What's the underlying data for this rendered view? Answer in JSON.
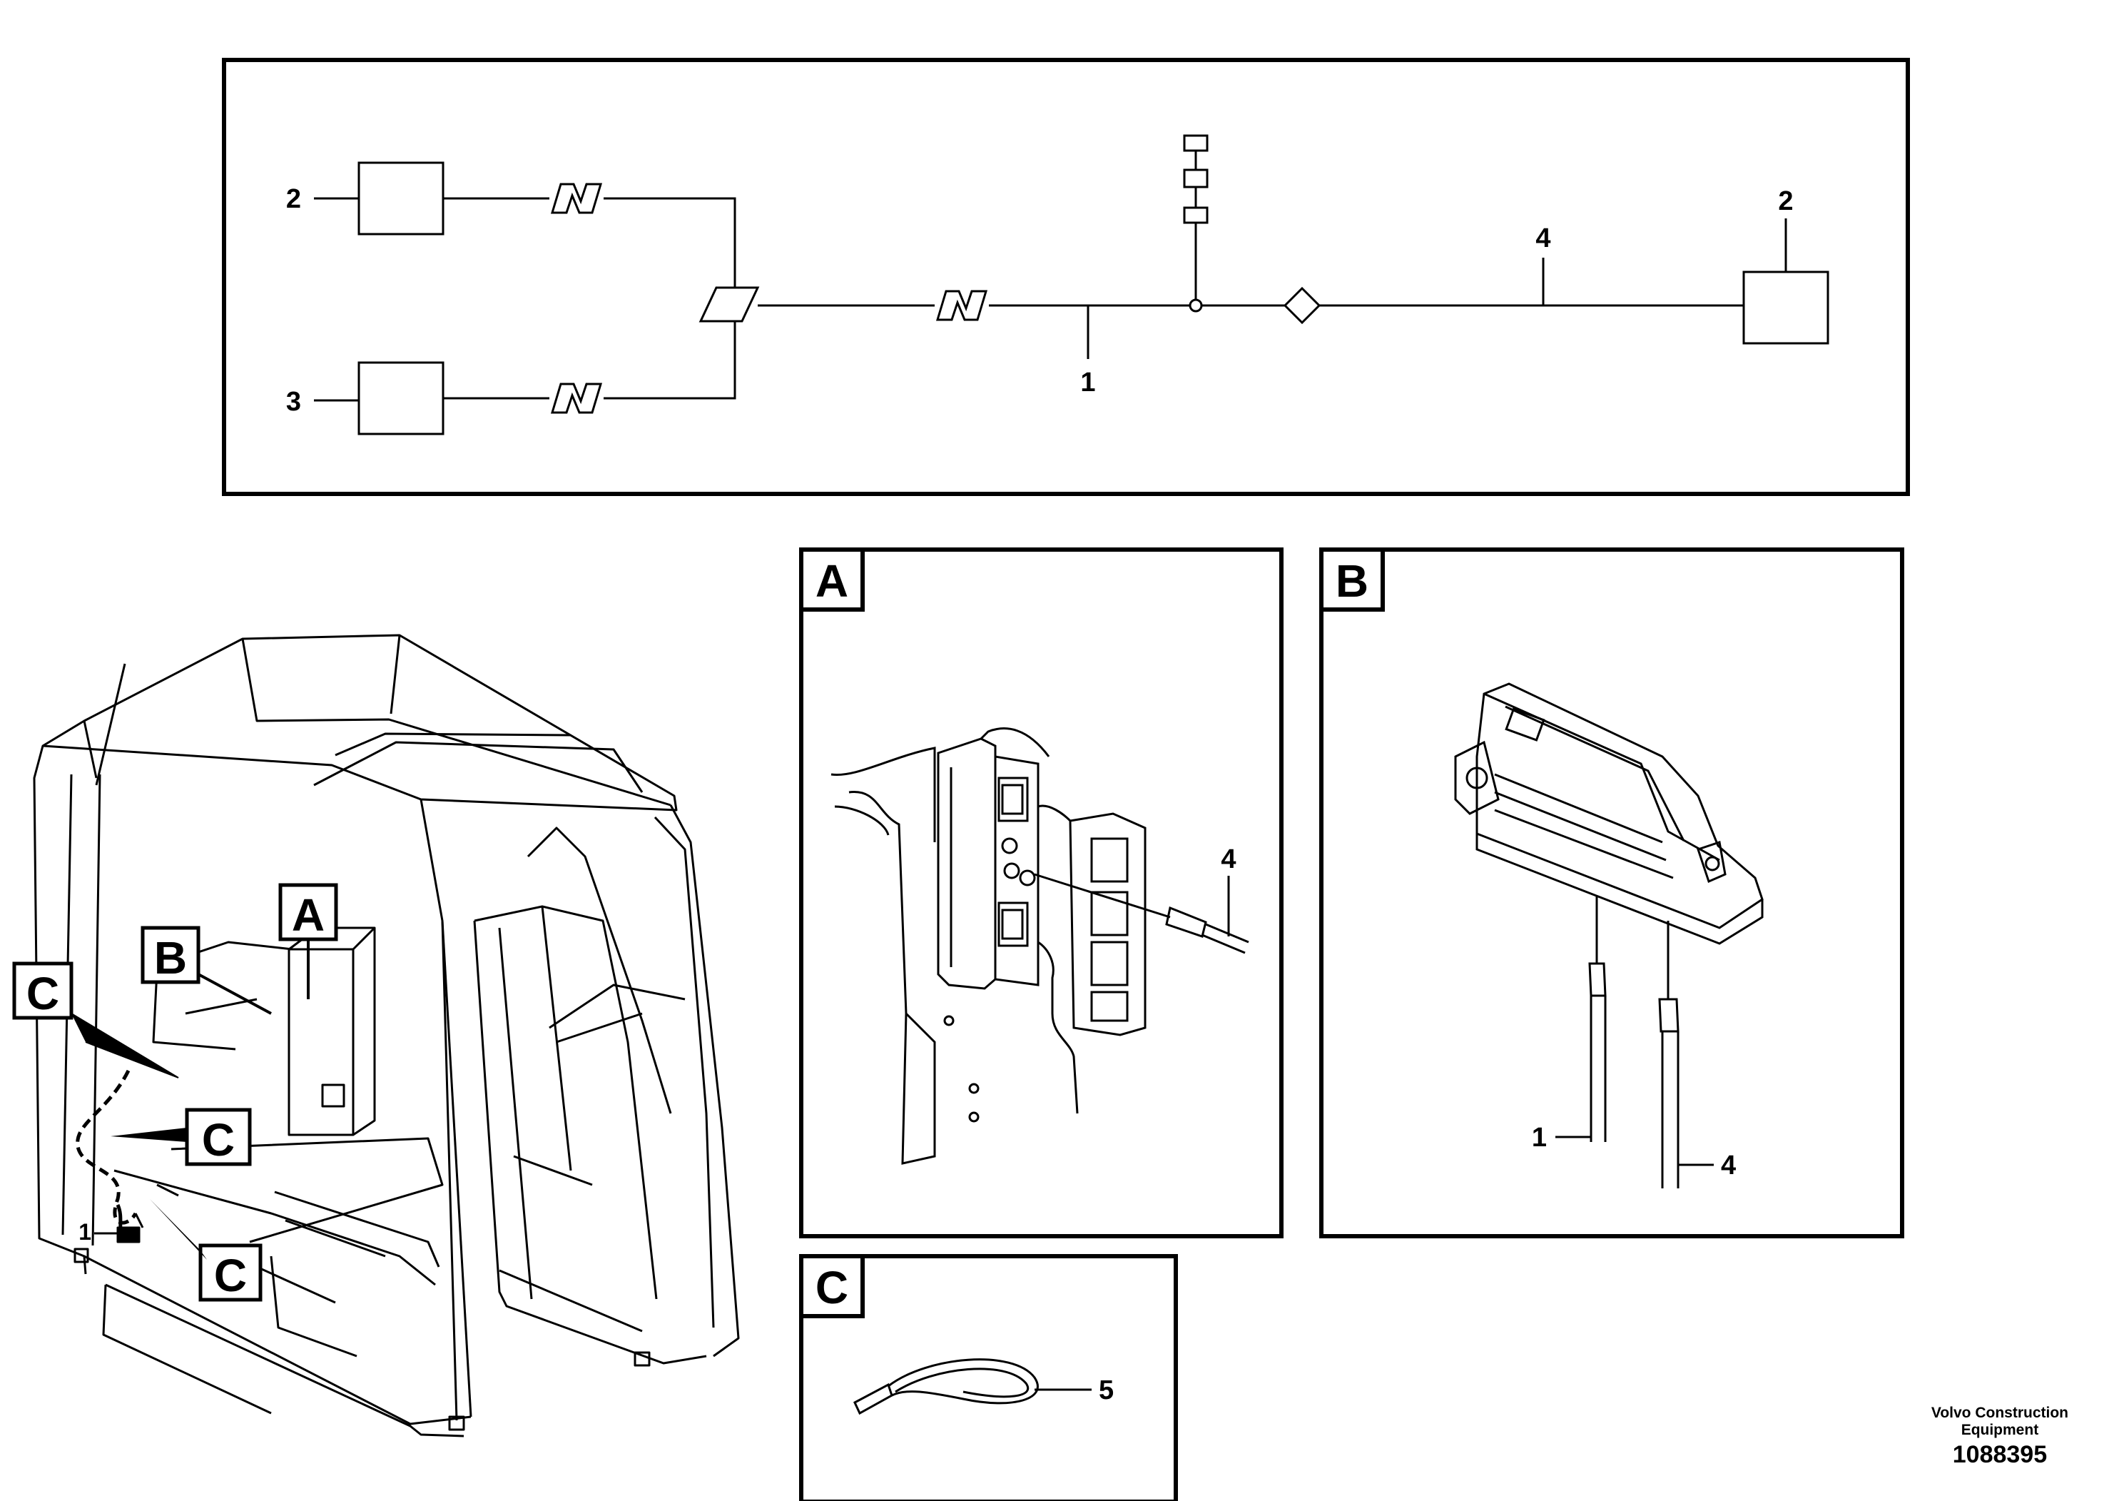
{
  "schematic": {
    "labels": {
      "box_top_left": "2",
      "box_bottom_left": "3",
      "wire_main": "1",
      "wire_right": "4",
      "box_right": "2"
    }
  },
  "cab_view": {
    "callout_a": "A",
    "callout_b": "B",
    "callout_c_1": "C",
    "callout_c_2": "C",
    "callout_c_3": "C",
    "item_1": "1"
  },
  "detail_a": {
    "title": "A",
    "item": "4"
  },
  "detail_b": {
    "title": "B",
    "item_1": "1",
    "item_4": "4"
  },
  "detail_c": {
    "title": "C",
    "item": "5"
  },
  "footer": {
    "brand_line1": "Volvo Construction",
    "brand_line2": "Equipment",
    "drawing_number": "1088395"
  }
}
